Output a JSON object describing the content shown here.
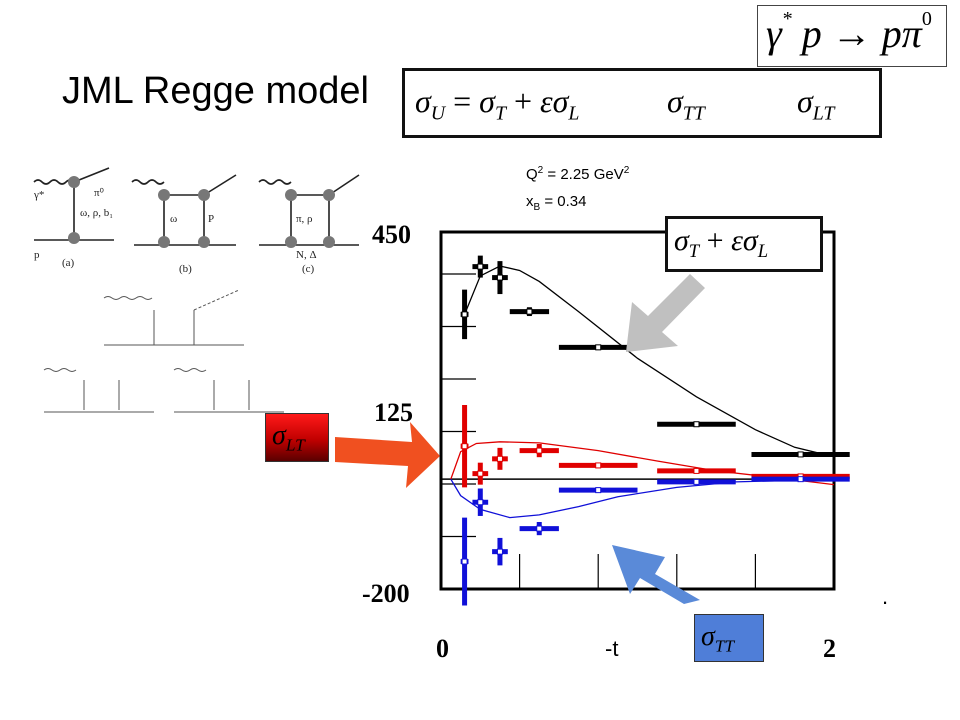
{
  "slide": {
    "title": "JML Regge model",
    "reaction": {
      "gamma": "γ",
      "star": "*",
      "p": "p",
      "arrow": "→",
      "p2": "p",
      "pi": "π",
      "zero": "0"
    },
    "formula": {
      "sigma_u": "σ",
      "u_sub": "U",
      "eq": " = ",
      "sigma_t": "σ",
      "t_sub": "T",
      "plus": " + ",
      "eps": "ε",
      "sigma_l": "σ",
      "l_sub": "L",
      "sigma_tt": "σ",
      "tt_sub": "TT",
      "sigma_lt": "σ",
      "lt_sub": "LT"
    },
    "kinematics": {
      "q2_label": "Q",
      "q2_exp": "2",
      "q2_value": " = 2.25 GeV",
      "q2_unit_exp": "2",
      "xb_label": "x",
      "xb_sub": "B",
      "xb_value": "  = 0.34"
    },
    "callouts": {
      "sig_tl": {
        "sigma_t": "σ",
        "t_sub": "T",
        "plus": " + ",
        "eps": "ε",
        "sigma_l": "σ",
        "l_sub": "L"
      },
      "sig_lt": {
        "sigma": "σ",
        "sub": "LT"
      },
      "sig_tt": {
        "sigma": "σ",
        "sub": "TT"
      }
    },
    "colors": {
      "lt_series": "#e00000",
      "tt_series": "#1010d8",
      "t_series": "#000000",
      "lt_arrow": "#f05020",
      "tt_arrow": "#5a8ad8",
      "tl_arrow": "#c0c0c0"
    },
    "feynman_labels": {
      "a": "(a)",
      "b": "(b)",
      "c": "(c)",
      "gamma_star": "γ*",
      "pi0": "π⁰",
      "p": "p",
      "a_exchange": "ω, ρ, b₁",
      "b_top": "ω",
      "b_right": "P",
      "c_top": "π, ρ",
      "c_bottom": "N, Δ"
    },
    "dot": "."
  },
  "chart_data": {
    "type": "scatter",
    "title": "",
    "xlabel": "-t",
    "ylabel": "",
    "xlim": [
      0,
      2
    ],
    "ylim": [
      -200,
      450
    ],
    "xtick_labels": [
      "0",
      "2"
    ],
    "ytick_labels": [
      "450",
      "125",
      "-200"
    ],
    "grid": false,
    "series": [
      {
        "name": "σT + εσL",
        "color": "#000000",
        "points": [
          {
            "x": 0.12,
            "y": 300,
            "xerr": 0.02,
            "yerr": 45
          },
          {
            "x": 0.2,
            "y": 387,
            "xerr": 0.04,
            "yerr": 20
          },
          {
            "x": 0.3,
            "y": 367,
            "xerr": 0.04,
            "yerr": 30
          },
          {
            "x": 0.45,
            "y": 305,
            "xerr": 0.1,
            "yerr": 8
          },
          {
            "x": 0.8,
            "y": 240,
            "xerr": 0.2,
            "yerr": 5
          },
          {
            "x": 1.3,
            "y": 100,
            "xerr": 0.2,
            "yerr": 3
          },
          {
            "x": 1.83,
            "y": 45,
            "xerr": 0.25,
            "yerr": 3
          }
        ],
        "curve": {
          "x": [
            0.12,
            0.2,
            0.3,
            0.4,
            0.5,
            0.7,
            1.0,
            1.3,
            1.6,
            1.8,
            1.95,
            2.0
          ],
          "y": [
            300,
            370,
            388,
            380,
            360,
            305,
            220,
            150,
            90,
            58,
            45,
            42
          ]
        }
      },
      {
        "name": "σLT",
        "color": "#e00000",
        "points": [
          {
            "x": 0.12,
            "y": 60,
            "xerr": 0.02,
            "yerr": 75
          },
          {
            "x": 0.2,
            "y": 10,
            "xerr": 0.04,
            "yerr": 20
          },
          {
            "x": 0.3,
            "y": 37,
            "xerr": 0.04,
            "yerr": 20
          },
          {
            "x": 0.5,
            "y": 52,
            "xerr": 0.1,
            "yerr": 12
          },
          {
            "x": 0.8,
            "y": 25,
            "xerr": 0.2,
            "yerr": 5
          },
          {
            "x": 1.3,
            "y": 15,
            "xerr": 0.2,
            "yerr": 3
          },
          {
            "x": 1.83,
            "y": 5,
            "xerr": 0.25,
            "yerr": 3
          }
        ],
        "curve": {
          "x": [
            0.05,
            0.1,
            0.18,
            0.3,
            0.5,
            0.8,
            1.1,
            1.4,
            1.7,
            2.0
          ],
          "y": [
            0,
            50,
            65,
            68,
            66,
            52,
            33,
            15,
            3,
            -10
          ]
        }
      },
      {
        "name": "σTT",
        "color": "#1010d8",
        "points": [
          {
            "x": 0.12,
            "y": -150,
            "xerr": 0.02,
            "yerr": 80
          },
          {
            "x": 0.2,
            "y": -42,
            "xerr": 0.04,
            "yerr": 25
          },
          {
            "x": 0.3,
            "y": -132,
            "xerr": 0.04,
            "yerr": 25
          },
          {
            "x": 0.5,
            "y": -90,
            "xerr": 0.1,
            "yerr": 12
          },
          {
            "x": 0.8,
            "y": -20,
            "xerr": 0.2,
            "yerr": 5
          },
          {
            "x": 1.3,
            "y": -5,
            "xerr": 0.2,
            "yerr": 3
          },
          {
            "x": 1.83,
            "y": 0,
            "xerr": 0.25,
            "yerr": 3
          }
        ],
        "curve": {
          "x": [
            0.05,
            0.1,
            0.2,
            0.35,
            0.5,
            0.7,
            0.9,
            1.2,
            1.5,
            2.0
          ],
          "y": [
            0,
            -30,
            -55,
            -70,
            -65,
            -50,
            -32,
            -15,
            -5,
            0
          ]
        }
      }
    ]
  }
}
